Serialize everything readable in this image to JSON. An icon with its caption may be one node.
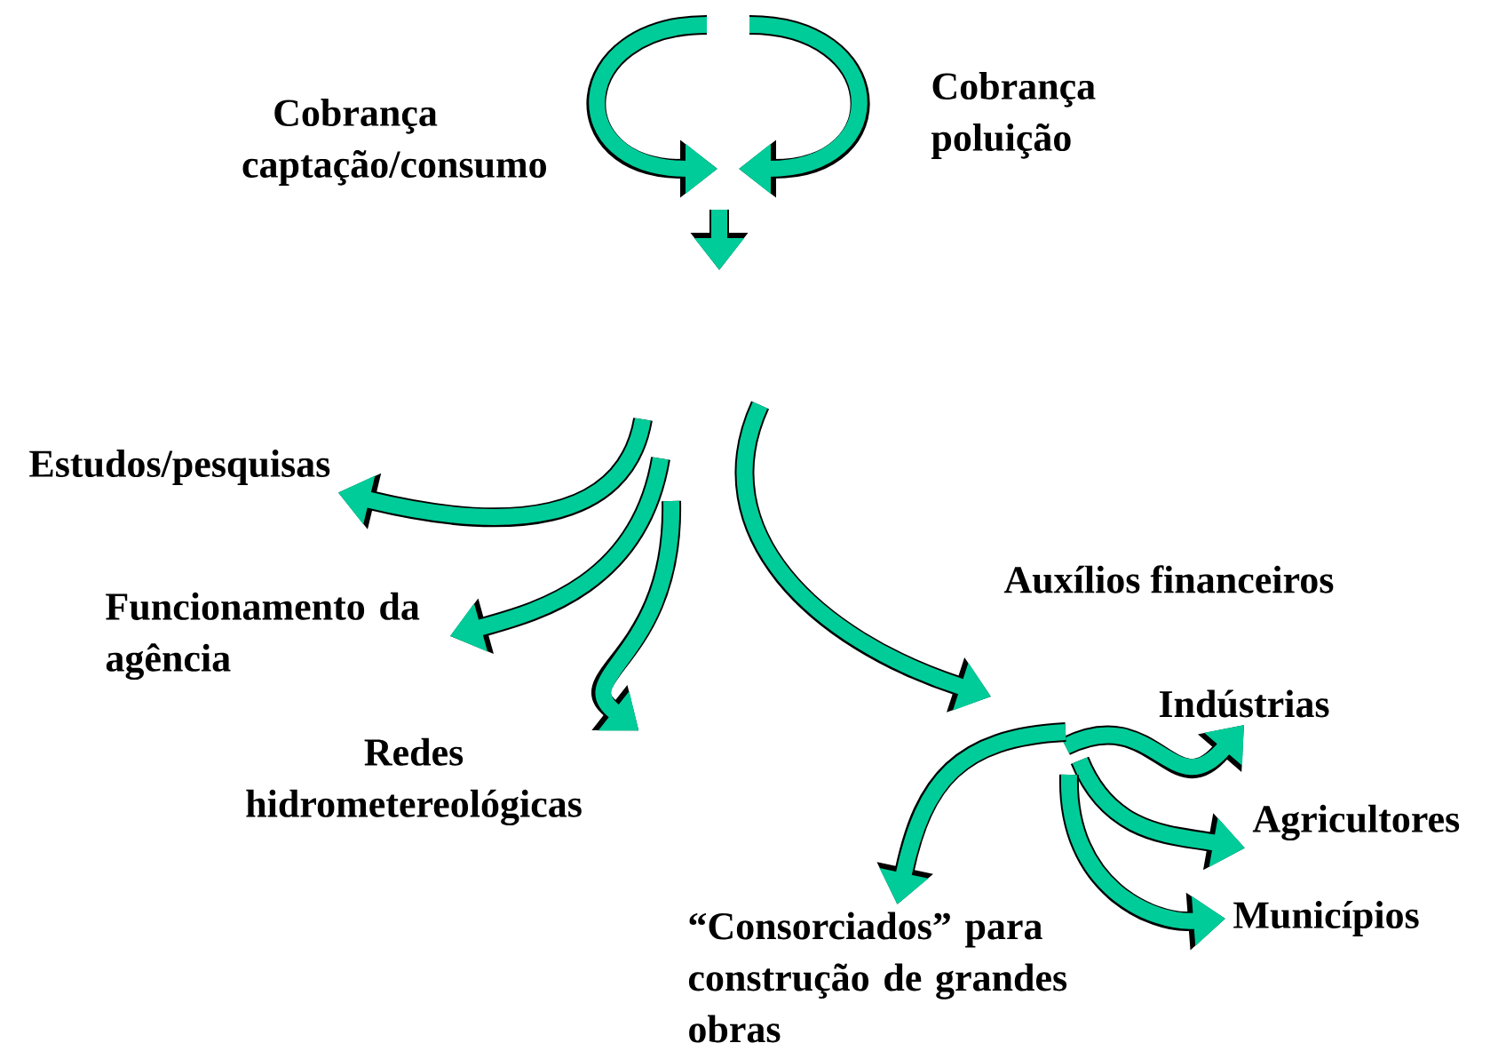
{
  "diagram": {
    "nodes": [
      {
        "text": [
          "Estudos/pesquisas"
        ]
      },
      {
        "text": [
          "Funcionamento da agência"
        ]
      },
      {
        "text": [
          "Redes hidrometereológicas"
        ]
      },
      {
        "text": [
          "Indústrias"
        ]
      },
      {
        "text": [
          "Agricultores"
        ]
      },
      {
        "text": [
          "Municípios"
        ]
      },
      {
        "text": [
          "“Consorciados” para construção de grandes obras"
        ]
      }
    ],
    "edges": [
      {
        "from": null,
        "to": 0,
        "arrow": "to"
      },
      {
        "from": null,
        "to": 1,
        "arrow": "to"
      },
      {
        "from": null,
        "to": 2,
        "arrow": "to"
      },
      {
        "from": null,
        "to": 3,
        "arrow": "to"
      },
      {
        "from": null,
        "to": 4,
        "arrow": "to"
      },
      {
        "from": null,
        "to": 5,
        "arrow": "to"
      },
      {
        "from": null,
        "to": 6,
        "arrow": "to"
      }
    ],
    "labels": [
      "Cobrança captação/consumo",
      "Cobrança poluição",
      "Auxílios financeiros"
    ]
  }
}
